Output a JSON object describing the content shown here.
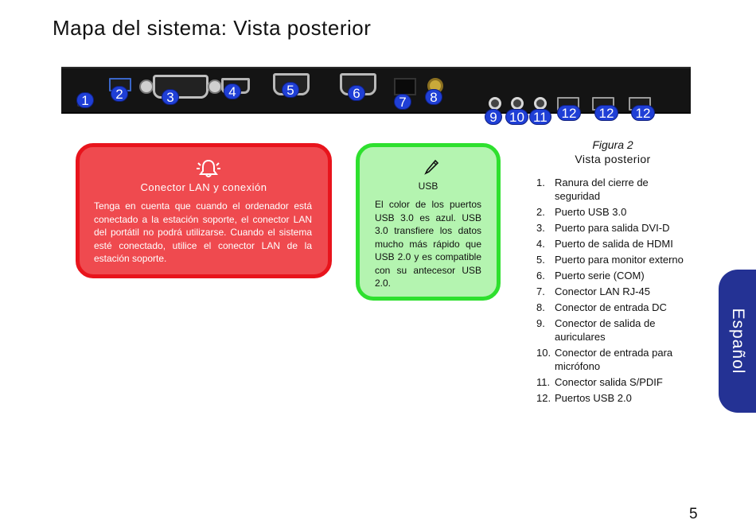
{
  "page": {
    "title": "Mapa del sistema: Vista posterior",
    "number": "5",
    "side_tab": "Español"
  },
  "figure": {
    "number": "Figura 2",
    "title": "Vista posterior"
  },
  "badges": [
    "1",
    "2",
    "3",
    "4",
    "5",
    "6",
    "7",
    "8",
    "9",
    "10",
    "11",
    "12",
    "12",
    "12"
  ],
  "lan_note": {
    "icon": "bell-alert-icon",
    "heading": "Conector LAN y conexión",
    "text": "Tenga en cuenta que cuando el ordenador está conectado a la estación soporte, el conector LAN del portátil no podrá utilizarse. Cuando el sistema esté conectado, utilice el conector LAN de la estación soporte."
  },
  "usb_note": {
    "icon": "pen-icon",
    "heading": "USB",
    "text": "El color de los puertos USB 3.0 es azul. USB 3.0 transfiere los datos mucho más rápido que USB 2.0 y es compatible con su antecesor USB 2.0."
  },
  "legend": [
    {
      "n": "1.",
      "label": "Ranura del cierre de seguridad"
    },
    {
      "n": "2.",
      "label": "Puerto USB 3.0"
    },
    {
      "n": "3.",
      "label": "Puerto para salida DVI-D"
    },
    {
      "n": "4.",
      "label": "Puerto de salida de HDMI"
    },
    {
      "n": "5.",
      "label": "Puerto para monitor externo"
    },
    {
      "n": "6.",
      "label": "Puerto serie (COM)"
    },
    {
      "n": "7.",
      "label": "Conector LAN RJ-45"
    },
    {
      "n": "8.",
      "label": "Conector de entrada DC"
    },
    {
      "n": "9.",
      "label": "Conector de salida de auriculares"
    },
    {
      "n": "10.",
      "label": "Conector de entrada para micrófono"
    },
    {
      "n": "11.",
      "label": "Conector salida S/PDIF"
    },
    {
      "n": "12.",
      "label": "Puertos USB 2.0"
    }
  ],
  "colors": {
    "badge": "#1f3fd6",
    "lan_note_fill": "#ef4a4f",
    "lan_note_border": "#e8141c",
    "usb_note_fill": "#b4f4b0",
    "usb_note_border": "#2ee02e",
    "side_tab": "#243294"
  }
}
